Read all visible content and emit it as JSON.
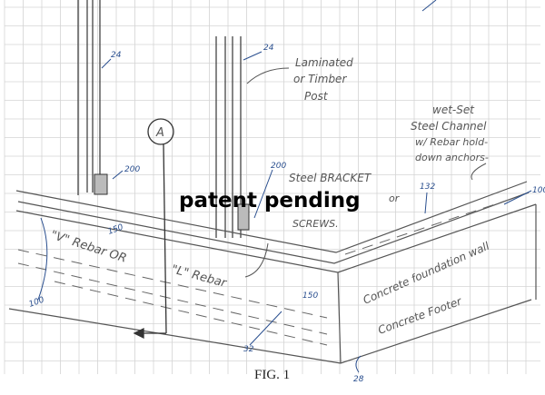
{
  "figure": {
    "caption": "FIG. 1",
    "watermark": "patent pending",
    "callouts": {
      "label_a": "A",
      "post_left": "24",
      "post_right": "24",
      "bracket_left": "200",
      "bracket_right": "200",
      "channel": "132",
      "wall_right": "100",
      "wall_left": "100",
      "rebar_left": "150",
      "rebar_right": "150",
      "ground": "32",
      "footer": "28"
    },
    "notes": {
      "post_1": "Laminated",
      "post_2": "or Timber",
      "post_3": "Post",
      "channel_1": "wet-Set",
      "channel_2": "Steel Channel",
      "channel_3": "w/ Rebar hold-",
      "channel_4": "down anchors-",
      "bracket_1": "Steel BRACKET",
      "bracket_2": "or",
      "bracket_3": "SCREWS.",
      "v_rebar": "\"V\" Rebar OR",
      "l_rebar": "\"L\" Rebar",
      "foundation": "Concrete foundation wall",
      "footer": "Concrete Footer"
    }
  }
}
